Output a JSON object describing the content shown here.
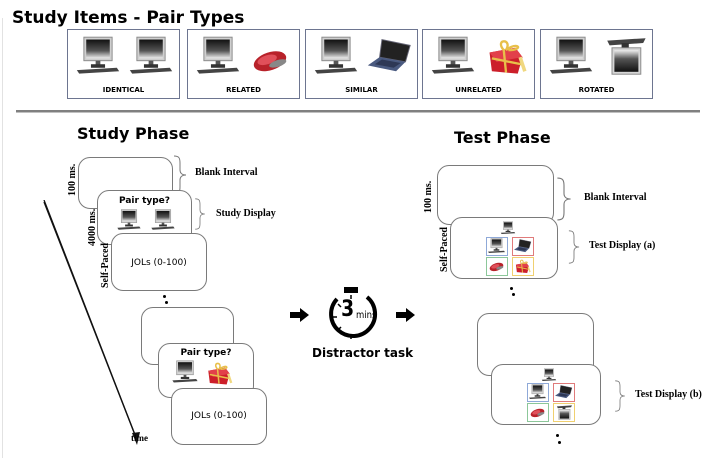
{
  "header": {
    "title": "Study Items -  Pair Types"
  },
  "pair_types": [
    {
      "label": "IDENTICAL",
      "left": "monitor-icon",
      "right": "monitor-icon"
    },
    {
      "label": "RELATED",
      "left": "monitor-icon",
      "right": "mouse-icon"
    },
    {
      "label": "SIMILAR",
      "left": "monitor-icon",
      "right": "laptop-icon"
    },
    {
      "label": "UNRELATED",
      "left": "monitor-icon",
      "right": "gift-icon"
    },
    {
      "label": "ROTATED",
      "left": "monitor-icon",
      "right": "rotated-monitor-icon"
    }
  ],
  "study_phase": {
    "title": "Study Phase",
    "blank_duration": "100 ms.",
    "blank_label": "Blank Interval",
    "study_duration": "4000 ms.",
    "study_prompt": "Pair type?",
    "study_label": "Study Display",
    "jol_timing": "Self-Paced",
    "jol_text": "JOLs (0-100)",
    "time_label": "time"
  },
  "distractor": {
    "minutes": "3",
    "unit": "mins",
    "label": "Distractor task"
  },
  "test_phase": {
    "title": "Test Phase",
    "blank_duration": "100 ms.",
    "blank_label": "Blank Interval",
    "test_timing": "Self-Paced",
    "test_label_a": "Test Display (a)",
    "test_label_b": "Test Display (b)"
  },
  "colors": {
    "option_blue": "#8fa9d8",
    "option_red": "#e07b7b",
    "option_green": "#8cc79a",
    "option_yellow": "#f0d070",
    "frame": "#6d7590",
    "mouse_red": "#b8222a",
    "gift_red": "#cc1f2a",
    "gift_gold": "#e8c04a"
  }
}
